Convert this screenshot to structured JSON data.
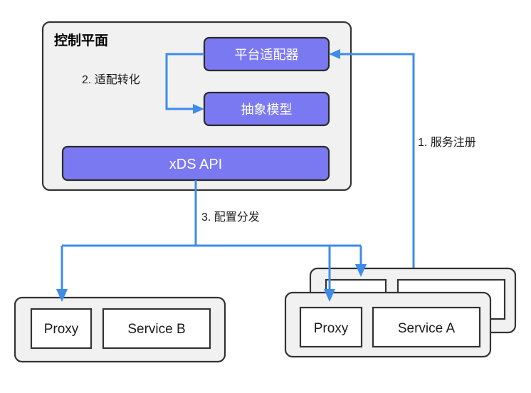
{
  "diagram": {
    "title": "控制平面",
    "control_plane": {
      "label": "控制平面",
      "nodes": [
        {
          "id": "platform-adapter",
          "label": "平台适配器",
          "style": "purple"
        },
        {
          "id": "abstract-model",
          "label": "抽象模型",
          "style": "purple"
        },
        {
          "id": "xds-api",
          "label": "xDS API",
          "style": "purple"
        }
      ]
    },
    "steps": [
      {
        "number": "1",
        "label": "1. 服务注册"
      },
      {
        "number": "2",
        "label": "2. 适配转化"
      },
      {
        "number": "3",
        "label": "3. 配置分发"
      }
    ],
    "data_plane": {
      "groups": [
        {
          "id": "service-b-pod",
          "stacked": false,
          "nodes": [
            {
              "id": "proxy-b",
              "label": "Proxy"
            },
            {
              "id": "service-b",
              "label": "Service B"
            }
          ]
        },
        {
          "id": "service-a-pod",
          "stacked": true,
          "nodes": [
            {
              "id": "proxy-a",
              "label": "Proxy"
            },
            {
              "id": "service-a",
              "label": "Service A"
            }
          ]
        }
      ]
    },
    "colors": {
      "purple_fill": "#7b79f2",
      "container_fill": "#f1f1f1",
      "arrow_blue": "#3d8ce8",
      "border_dark": "#333333",
      "background": "#ffffff"
    }
  }
}
